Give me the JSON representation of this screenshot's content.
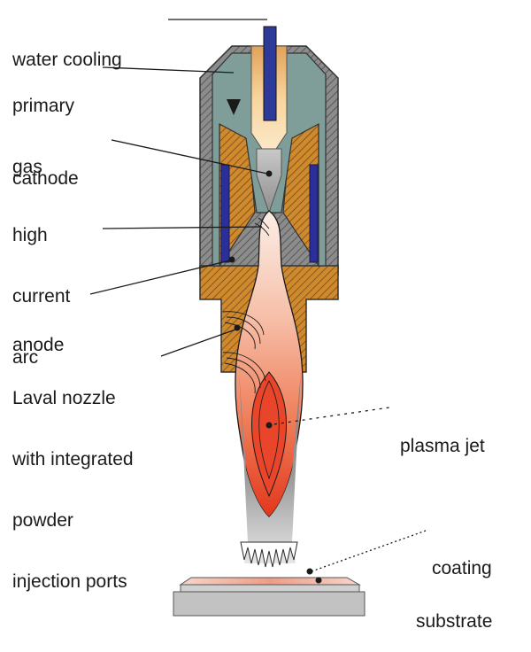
{
  "labels": {
    "water_cooling": "water cooling",
    "primary_gas": [
      "primary",
      "gas"
    ],
    "cathode": "cathode",
    "high_current_arc": [
      "high",
      "current",
      "arc"
    ],
    "anode": "anode",
    "laval_nozzle": [
      "Laval nozzle",
      "with integrated",
      "powder",
      "injection ports"
    ],
    "plasma_jet": "plasma jet",
    "coating": "coating",
    "substrate": "substrate"
  },
  "colors": {
    "housing_gray": "#8a8a8a",
    "insulator_teal": "#7f9e9a",
    "anode_copper": "#c8822c",
    "cooling_channel_blue": "#2b2f9c",
    "water_pipe_blue": "#2e3a9a",
    "gas_tube_cream": "#f4c98a",
    "plasma_core": "#e8452a",
    "plasma_outer": "#f7c8b4",
    "coating_pink": "#f2b4a6",
    "substrate_gray": "#bdbdbd"
  }
}
